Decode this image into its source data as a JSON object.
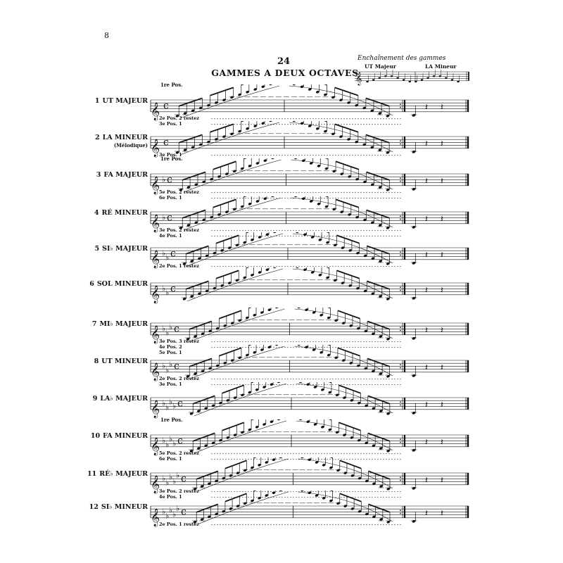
{
  "page": {
    "page_number": "8",
    "exercise_number": "24",
    "title": "GAMMES A DEUX OCTAVES"
  },
  "enchainement": {
    "title": "Enchaînement des gammes",
    "from_label": "UT Majeur",
    "to_label": "LA Mineur"
  },
  "scales": [
    {
      "number": "1",
      "name": "UT MAJEUR",
      "subtitle": "",
      "key": 0,
      "top_pos": "1re Pos.",
      "positions": [
        "2e Pos. 2 restez",
        "3e Pos. 1"
      ]
    },
    {
      "number": "2",
      "name": "LA MINEUR",
      "subtitle": "(Mélodique)",
      "key": 0,
      "top_pos": "",
      "positions": [
        "3e Pos. 1"
      ]
    },
    {
      "number": "3",
      "name": "FA MAJEUR",
      "subtitle": "",
      "key": -1,
      "top_pos": "1re Pos.",
      "positions": [
        "5e Pos. 2 restez",
        "6e Pos. 1"
      ]
    },
    {
      "number": "4",
      "name": "RÉ MINEUR",
      "subtitle": "",
      "key": -1,
      "top_pos": "",
      "positions": [
        "3e Pos. 2 restez",
        "4e Pos. 1"
      ]
    },
    {
      "number": "5",
      "name": "SI♭ MAJEUR",
      "subtitle": "",
      "key": -2,
      "top_pos": "",
      "positions": [
        "2e Pos. 1 restez"
      ]
    },
    {
      "number": "6",
      "name": "SOL MINEUR",
      "subtitle": "",
      "key": -2,
      "top_pos": "",
      "positions": []
    },
    {
      "number": "7",
      "name": "MI♭ MAJEUR",
      "subtitle": "",
      "key": -3,
      "top_pos": "",
      "positions": [
        "3e Pos. 3 restez",
        "4e Pos. 2",
        "5e Pos. 1"
      ]
    },
    {
      "number": "8",
      "name": "UT MINEUR",
      "subtitle": "",
      "key": -3,
      "top_pos": "",
      "positions": [
        "2e Pos. 2 restez",
        "3e Pos. 1"
      ]
    },
    {
      "number": "9",
      "name": "LA♭ MAJEUR",
      "subtitle": "",
      "key": -4,
      "top_pos": "",
      "positions": []
    },
    {
      "number": "10",
      "name": "FA MINEUR",
      "subtitle": "",
      "key": -4,
      "top_pos": "1re Pos.",
      "positions": [
        "5e Pos. 2 restez",
        "6e Pos. 1"
      ]
    },
    {
      "number": "11",
      "name": "RÉ♭ MAJEUR",
      "subtitle": "",
      "key": -5,
      "top_pos": "",
      "positions": [
        "3e Pos. 2 restez",
        "4e Pos. 1"
      ]
    },
    {
      "number": "12",
      "name": "SI♭ MINEUR",
      "subtitle": "",
      "key": -5,
      "top_pos": "",
      "positions": [
        "2e Pos. 1 restez"
      ]
    }
  ],
  "icons": {
    "clef": "treble-clef-icon",
    "flat": "flat-sign-icon",
    "time": "common-time-icon",
    "rest": "quarter-rest-icon",
    "repeat": "repeat-barline-icon"
  }
}
